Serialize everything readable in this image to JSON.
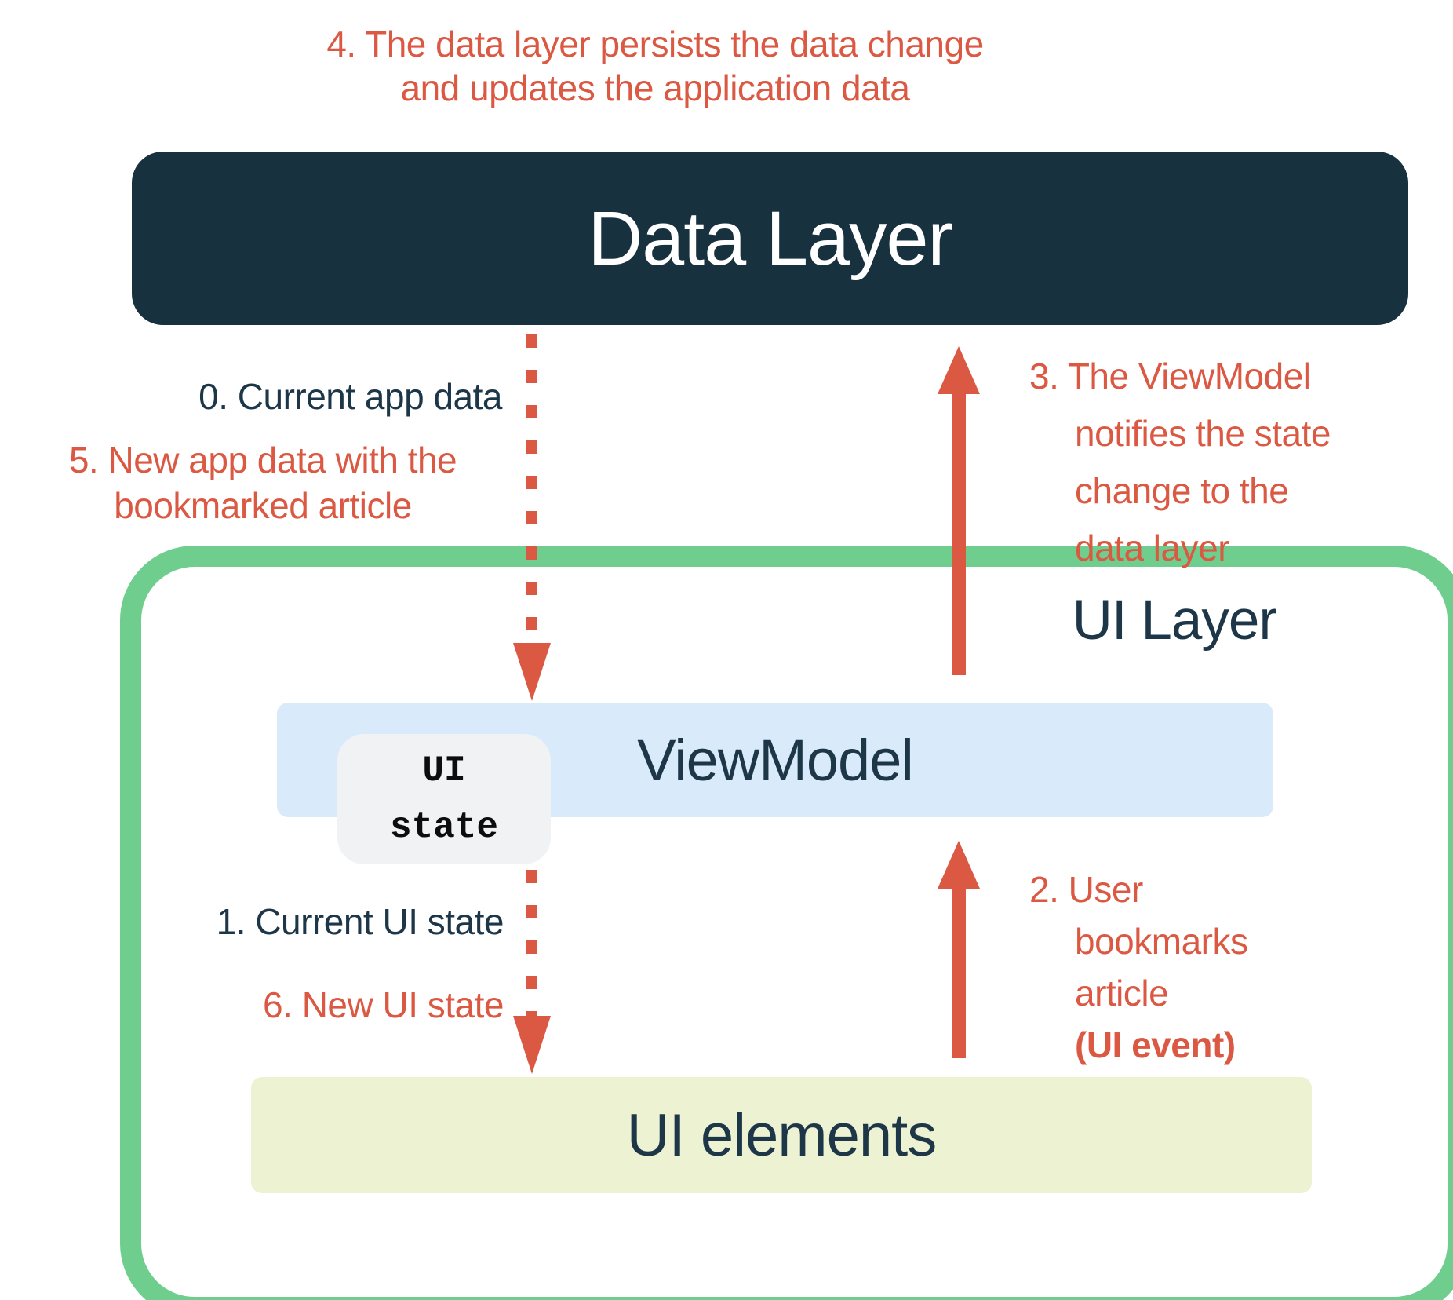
{
  "colors": {
    "navy_box": "#17313F",
    "navy_text": "#1E3748",
    "red": "#DB5943",
    "green": "#6FCE8E",
    "light_blue": "#D9EAFB",
    "light_yellow": "#EDF2D3",
    "light_gray": "#F0F2F4",
    "white": "#FFFFFF"
  },
  "boxes": {
    "data_layer": {
      "label": "Data Layer"
    },
    "ui_layer": {
      "label": "UI Layer"
    },
    "viewmodel": {
      "label": "ViewModel"
    },
    "ui_state": {
      "lines": [
        "UI",
        "state"
      ]
    },
    "ui_elements": {
      "label": "UI elements"
    }
  },
  "annotations": {
    "step4": {
      "lines": [
        "4. The data layer persists the data change",
        "and updates the application data"
      ]
    },
    "step0": {
      "text": "0. Current app data"
    },
    "step5": {
      "lines": [
        "5. New app data with the",
        "bookmarked article"
      ]
    },
    "step3": {
      "lines": [
        "3. The ViewModel",
        "notifies the state",
        "change to the",
        "data layer"
      ]
    },
    "step2": {
      "lines": [
        "2. User",
        "bookmarks",
        "article"
      ],
      "bold_line": "(UI event)"
    },
    "step1": {
      "text": "1. Current UI state"
    },
    "step6": {
      "text": "6. New UI state"
    }
  }
}
